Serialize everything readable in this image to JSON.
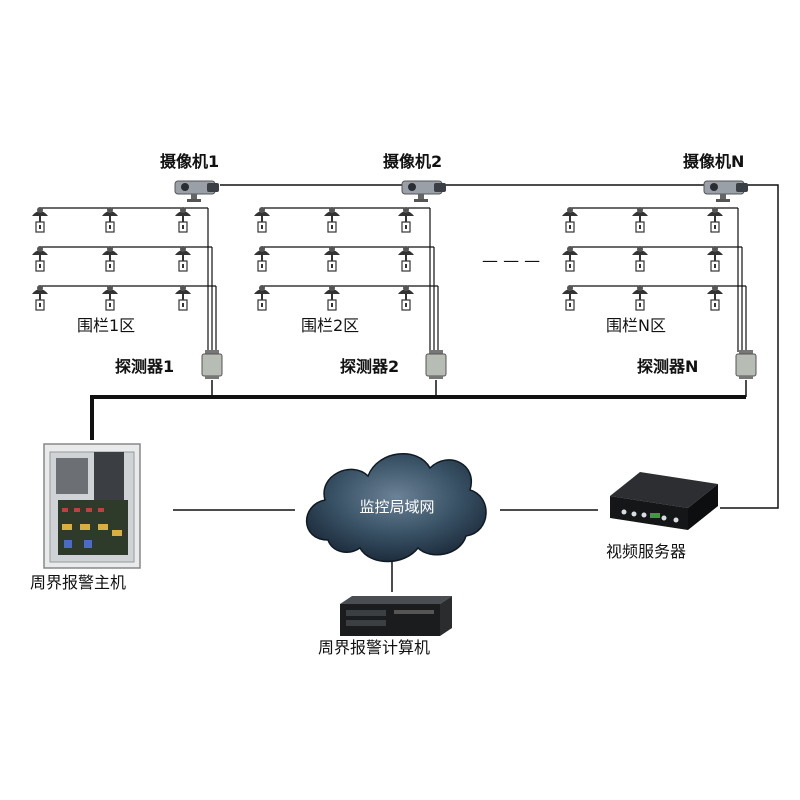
{
  "cameras": [
    {
      "label": "摄像机1"
    },
    {
      "label": "摄像机2"
    },
    {
      "label": "摄像机N"
    }
  ],
  "fence_zones": [
    {
      "label": "围栏1区"
    },
    {
      "label": "围栏2区"
    },
    {
      "label": "围栏N区"
    }
  ],
  "detectors": [
    {
      "label": "探测器1"
    },
    {
      "label": "探测器2"
    },
    {
      "label": "探测器N"
    }
  ],
  "network": {
    "label": "监控局域网"
  },
  "alarm_host": {
    "label": "周界报警主机"
  },
  "video_server": {
    "label": "视频服务器"
  },
  "alarm_computer": {
    "label": "周界报警计算机"
  },
  "ellipsis": "— — —",
  "colors": {
    "line": "#111111",
    "cloud_dark": "#1d2d3d",
    "cloud_mid": "#3b5468",
    "cloud_light": "#6c8296",
    "device_dark": "#1a1a1a"
  }
}
